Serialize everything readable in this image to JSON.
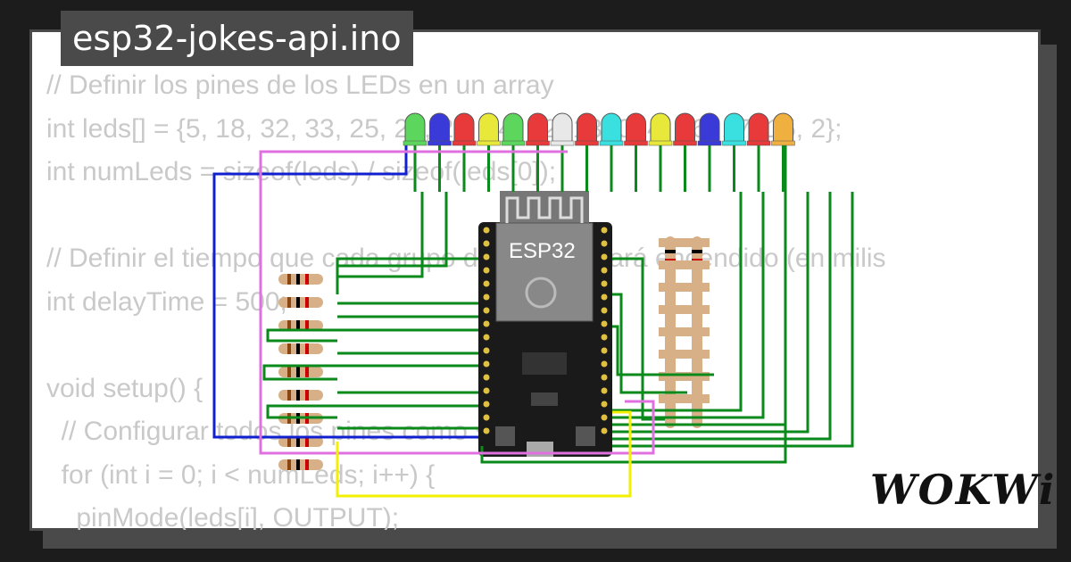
{
  "project": {
    "filename": "esp32-jokes-api.ino"
  },
  "code_lines": [
    "// Definir los pines de los LEDs en un array",
    "int leds[] = {5, 18, 32, 33, 25, 26, 27, 14, 12, 13, 0, 4, 16, 17, 15, 2};",
    "int numLeds = sizeof(leds) / sizeof(leds[0]);",
    "",
    "// Definir el tiempo que cada grupo de LEDs estará encendido (en milis",
    "int delayTime = 500;",
    "",
    "void setup() {",
    "  // Configurar todos los pines como salida",
    "  for (int i = 0; i < numLeds; i++) {",
    "    pinMode(leds[i], OUTPUT);"
  ],
  "board": {
    "label": "ESP32"
  },
  "brand": {
    "logo_text": "WOKWi"
  },
  "colors": {
    "background": "#1c1c1c",
    "frame": "#4a4a4a",
    "card": "#ffffff",
    "code_text": "#c9c9c9",
    "wire_green": "#0a8a1a",
    "wire_blue": "#1020d0",
    "wire_pink": "#e070e0",
    "wire_yellow": "#f0f000",
    "board": "#1a1a1a"
  },
  "leds": [
    {
      "color": "#5cd65c"
    },
    {
      "color": "#3a3ad8"
    },
    {
      "color": "#e83a3a"
    },
    {
      "color": "#e8e83a"
    },
    {
      "color": "#5cd65c"
    },
    {
      "color": "#e83a3a"
    },
    {
      "color": "#e8e8e8"
    },
    {
      "color": "#e83a3a"
    },
    {
      "color": "#3ae0e0"
    },
    {
      "color": "#e83a3a"
    },
    {
      "color": "#e8e83a"
    },
    {
      "color": "#e83a3a"
    },
    {
      "color": "#3a3ad8"
    },
    {
      "color": "#3ae0e0"
    },
    {
      "color": "#e83a3a"
    },
    {
      "color": "#f0b040"
    }
  ]
}
